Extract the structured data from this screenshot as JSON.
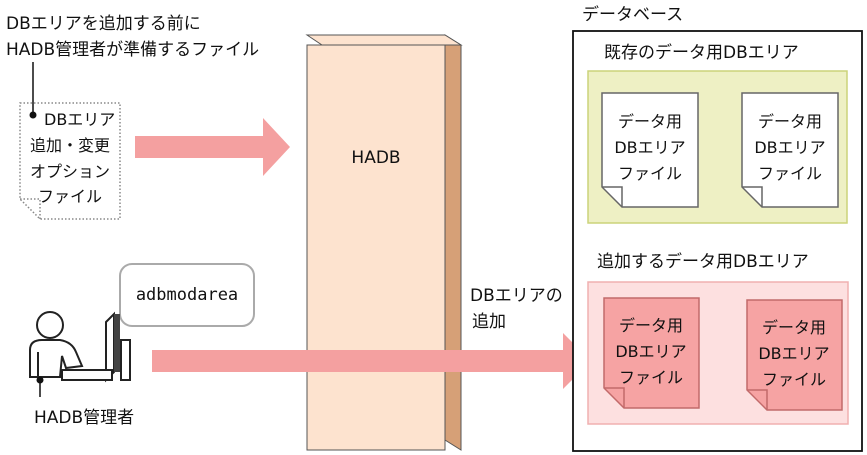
{
  "prep": {
    "caption_line1": "DBエリアを追加する前に",
    "caption_line2": "HADB管理者が準備するファイル"
  },
  "option_file": {
    "line1": "DBエリア",
    "line2": "追加・変更",
    "line3": "オプション",
    "line4": "ファイル"
  },
  "hadb_server": {
    "label": "HADB"
  },
  "command": {
    "label": "adbmodarea"
  },
  "admin": {
    "label": "HADB管理者"
  },
  "add_action": {
    "line1": "DBエリアの",
    "line2": "追加"
  },
  "database": {
    "label": "データベース",
    "existing_area": {
      "label": "既存のデータ用DBエリア",
      "files": [
        {
          "line1": "データ用",
          "line2": "DBエリア",
          "line3": "ファイル"
        },
        {
          "line1": "データ用",
          "line2": "DBエリア",
          "line3": "ファイル"
        }
      ]
    },
    "new_area": {
      "label": "追加するデータ用DBエリア",
      "files": [
        {
          "line1": "データ用",
          "line2": "DBエリア",
          "line3": "ファイル"
        },
        {
          "line1": "データ用",
          "line2": "DBエリア",
          "line3": "ファイル"
        }
      ]
    }
  },
  "colors": {
    "arrow": "#f4a0a0",
    "server_front": "#fde3cf",
    "server_side": "#d6a077",
    "existing_area_fill": "#eef0c4",
    "new_area_fill": "#fde0e0",
    "new_file_fill": "#f6a3a3"
  }
}
